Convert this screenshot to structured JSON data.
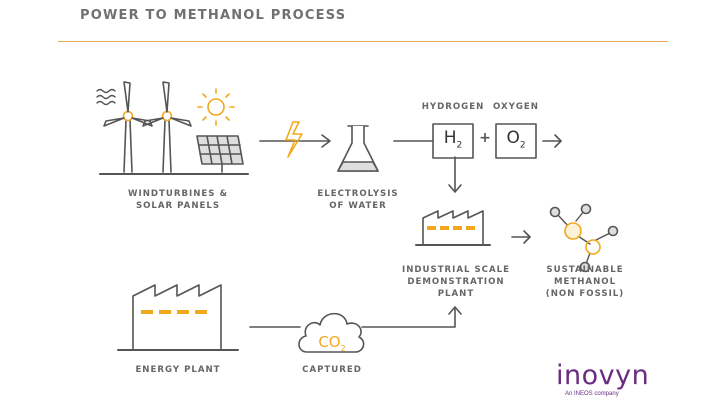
{
  "title": "POWER TO METHANOL PROCESS",
  "colors": {
    "accent": "#f2a81d",
    "line": "#555555",
    "text": "#666666",
    "rule": "#e8a85a",
    "brand": "#6a2c82",
    "fill": "#dedede"
  },
  "labels": {
    "wind_solar": [
      "WINDTURBINES &",
      "SOLAR PANELS"
    ],
    "electrolysis": [
      "ELECTROLYSIS",
      "OF WATER"
    ],
    "hydrogen": "HYDROGEN",
    "oxygen": "OXYGEN",
    "industrial_plant": [
      "INDUSTRIAL SCALE",
      "DEMONSTRATION",
      "PLANT"
    ],
    "methanol": [
      "SUSTAINABLE",
      "METHANOL",
      "(NON FOSSIL)"
    ],
    "energy_plant": "ENERGY PLANT",
    "captured": "CAPTURED"
  },
  "formulas": {
    "h2": {
      "symbol": "H",
      "subscript": "2"
    },
    "o2": {
      "symbol": "O",
      "subscript": "2"
    },
    "plus": "+",
    "co2": {
      "symbol": "CO",
      "subscript": "2"
    }
  },
  "logo": {
    "name": "inovyn",
    "tagline": "An INEOS company"
  },
  "icons": [
    "wave-icon",
    "wind-turbine-icon",
    "sun-icon",
    "solar-panel-icon",
    "lightning-icon",
    "flask-icon",
    "factory-icon",
    "cloud-icon",
    "molecule-icon",
    "arrow-icon"
  ]
}
